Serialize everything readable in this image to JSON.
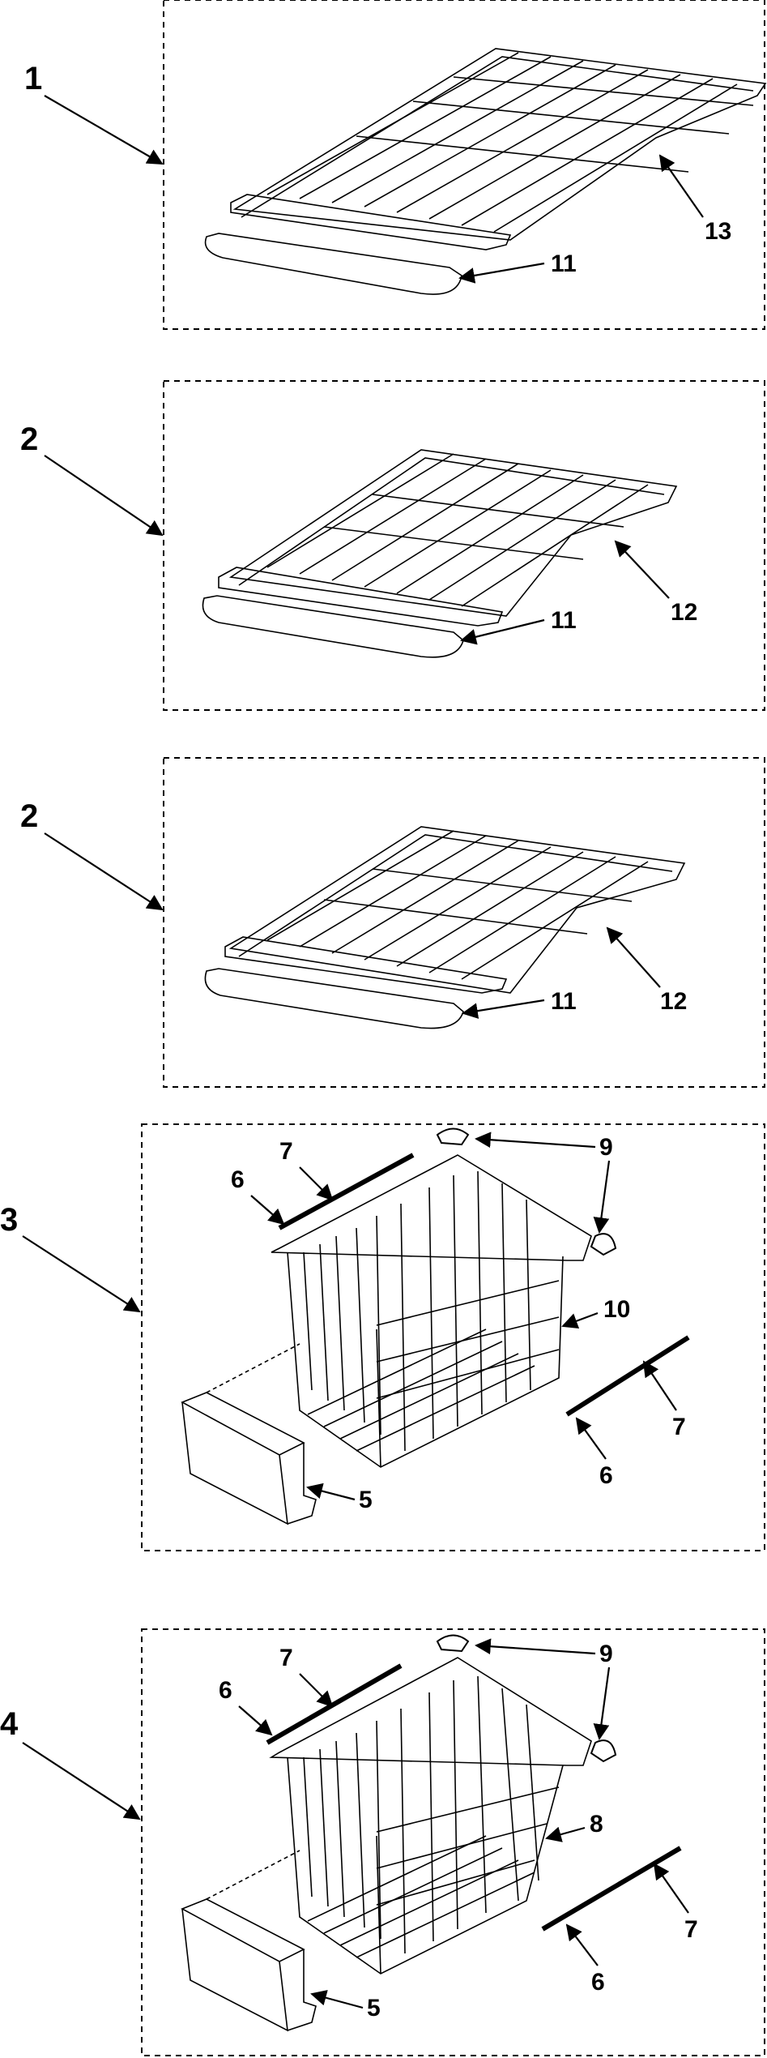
{
  "diagram": {
    "panels": [
      {
        "id": "1",
        "number": "1",
        "callouts": [
          "13",
          "11"
        ]
      },
      {
        "id": "2a",
        "number": "2",
        "callouts": [
          "12",
          "11"
        ]
      },
      {
        "id": "2b",
        "number": "2",
        "callouts": [
          "11",
          "12"
        ]
      },
      {
        "id": "3",
        "number": "3",
        "callouts": [
          "9",
          "7",
          "6",
          "10",
          "7",
          "6",
          "5"
        ]
      },
      {
        "id": "4",
        "number": "4",
        "callouts": [
          "9",
          "7",
          "6",
          "8",
          "7",
          "6",
          "5"
        ]
      }
    ]
  }
}
